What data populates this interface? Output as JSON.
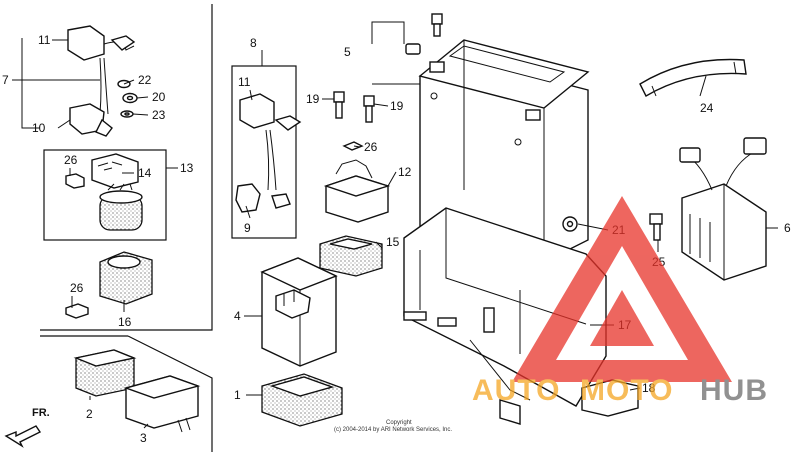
{
  "callouts": {
    "n1": "1",
    "n2": "2",
    "n3": "3",
    "n4": "4",
    "n5": "5",
    "n6": "6",
    "n7": "7",
    "n8": "8",
    "n9": "9",
    "n10": "10",
    "n11a": "11",
    "n11b": "11",
    "n12": "12",
    "n13": "13",
    "n14": "14",
    "n15": "15",
    "n16": "16",
    "n17": "17",
    "n18": "18",
    "n19a": "19",
    "n19b": "19",
    "n20": "20",
    "n21": "21",
    "n22": "22",
    "n23": "23",
    "n24": "24",
    "n25": "25",
    "n26a": "26",
    "n26b": "26",
    "n26c": "26"
  },
  "direction_label": "FR.",
  "copyright": {
    "line1": "Copyright",
    "line2": "(c) 2004-2014 by ARI Network Services, Inc."
  },
  "watermark": {
    "text_a": "AUTO",
    "text_b": "MOTO",
    "text_c": "HUB",
    "colors": {
      "red": "#e8332a",
      "orange": "#f5a623",
      "gray": "#6d6d6d"
    }
  }
}
